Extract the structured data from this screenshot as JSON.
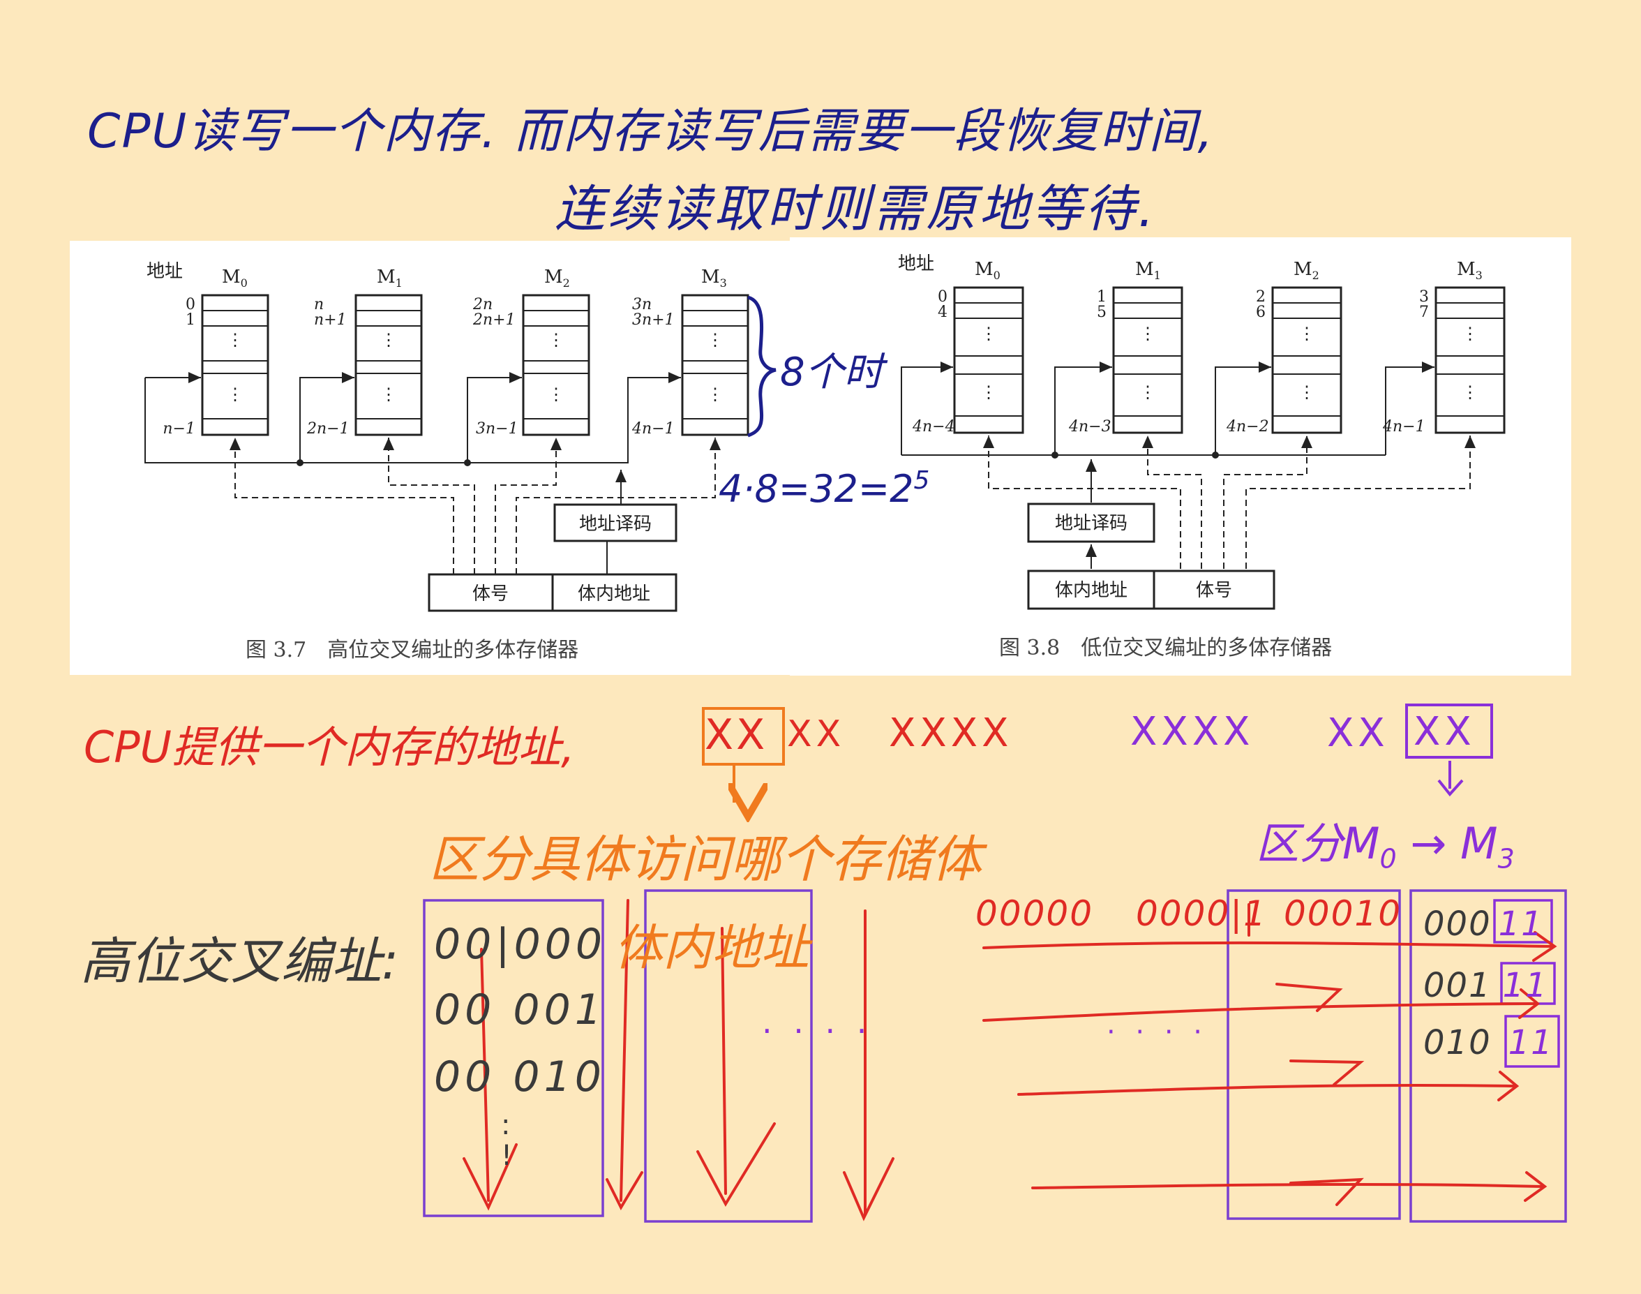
{
  "notes": {
    "line1": "CPU读写一个内存. 而内存读写后需要一段恢复时间,",
    "line2": "连续读取时则需原地等待.",
    "eight_bits": "8个时",
    "calc_base": "4·8=32=2",
    "calc_exp": "5",
    "cpu_addr": "CPU提供一个内存的地址,",
    "bits_red_a": "XX",
    "bits_red_b": "XX",
    "bits_red_c": "XXXX",
    "bits_purple_a": "XXXX",
    "bits_purple_b": "XX",
    "bits_purple_c": "XX",
    "distinguish_bank": "区分具体访问哪个存储体",
    "distinguish_m": "区分M",
    "m0_sub": "0",
    "arrow_to": "→",
    "m3": "M",
    "m3_sub": "3",
    "high_interleave": "高位交叉编址:",
    "in_bank_addr": "体内地址",
    "seq_left": [
      "00|000",
      "00 001",
      "00 010"
    ],
    "dots_left": "· · · ·",
    "seq_right_top": [
      "00000",
      "0000|1",
      "00010"
    ],
    "seq_right_col": [
      {
        "prefix": "000",
        "suffix": "11"
      },
      {
        "prefix": "001",
        "suffix": "11"
      },
      {
        "prefix": "010",
        "suffix": "11"
      }
    ],
    "dots_right": "· · · ·"
  },
  "fig37": {
    "addr_label": "地址",
    "banks": [
      {
        "name": "M",
        "sub": "0",
        "top1": "0",
        "top2": "1",
        "bottom": "n−1"
      },
      {
        "name": "M",
        "sub": "1",
        "top1": "n",
        "top2": "n+1",
        "bottom": "2n−1"
      },
      {
        "name": "M",
        "sub": "2",
        "top1": "2n",
        "top2": "2n+1",
        "bottom": "3n−1"
      },
      {
        "name": "M",
        "sub": "3",
        "top1": "3n",
        "top2": "3n+1",
        "bottom": "4n−1"
      }
    ],
    "decoder": "地址译码",
    "field_left": "体号",
    "field_right": "体内地址",
    "caption": "图 3.7　高位交叉编址的多体存储器"
  },
  "fig38": {
    "addr_label": "地址",
    "banks": [
      {
        "name": "M",
        "sub": "0",
        "top1": "0",
        "top2": "4",
        "bottom": "4n−4"
      },
      {
        "name": "M",
        "sub": "1",
        "top1": "1",
        "top2": "5",
        "bottom": "4n−3"
      },
      {
        "name": "M",
        "sub": "2",
        "top1": "2",
        "top2": "6",
        "bottom": "4n−2"
      },
      {
        "name": "M",
        "sub": "3",
        "top1": "3",
        "top2": "7",
        "bottom": "4n−1"
      }
    ],
    "decoder": "地址译码",
    "field_left": "体内地址",
    "field_right": "体号",
    "caption": "图 3.8　低位交叉编址的多体存储器"
  },
  "colors": {
    "background": "#fde8bd",
    "navy_ink": "#1c1f8c",
    "red_ink": "#e02a24",
    "orange_ink": "#f07a1e",
    "purple_ink": "#8a2fd9"
  }
}
